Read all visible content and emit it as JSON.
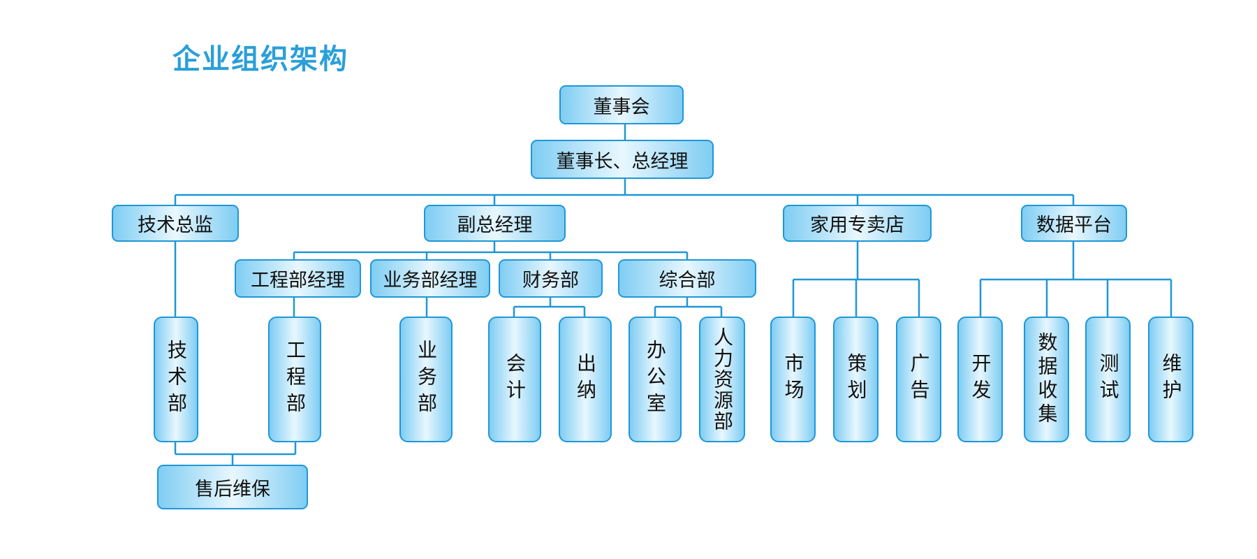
{
  "title": "企业组织架构",
  "colors": {
    "title": "#2a9fd8",
    "line": "#1f97d6",
    "box_edge": "#7fcdf3",
    "box_center": "#e8f7fe"
  },
  "nodes": {
    "board": "董事会",
    "chairman": "董事长、总经理",
    "tech_director": "技术总监",
    "deputy_gm": "副总经理",
    "home_store": "家用专卖店",
    "data_platform": "数据平台",
    "eng_manager": "工程部经理",
    "biz_manager": "业务部经理",
    "finance_dept": "财务部",
    "general_dept": "综合部",
    "tech_dept": "技术部",
    "eng_dept": "工程部",
    "biz_dept": "业务部",
    "accounting": "会计",
    "cashier": "出纳",
    "office": "办公室",
    "hr_dept": "人力资源部",
    "market": "市场",
    "planning": "策划",
    "advertising": "广告",
    "development": "开发",
    "data_collection": "数据收集",
    "testing": "测试",
    "maintenance": "维护",
    "after_sales": "售后维保"
  }
}
